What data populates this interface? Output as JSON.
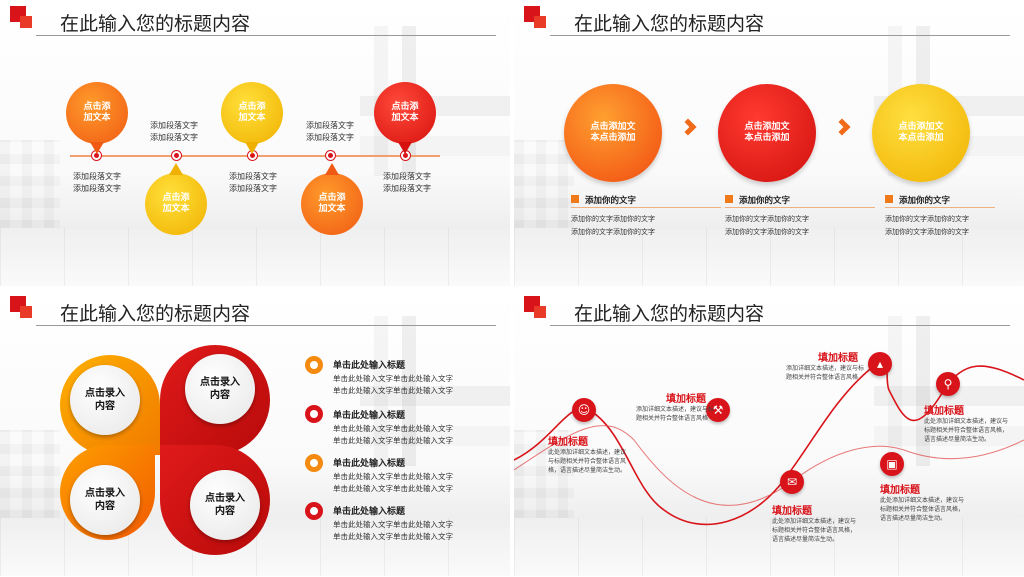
{
  "slides": [
    {
      "title": "在此输入您的标题内容",
      "drops": [
        {
          "label": "点击添加文本",
          "color": "orange"
        },
        {
          "label": "点击添加文本",
          "color": "yellow"
        },
        {
          "label": "点击添加文本",
          "color": "yellow"
        },
        {
          "label": "点击添加文本",
          "color": "orange"
        },
        {
          "label": "点击添加文本",
          "color": "red"
        }
      ],
      "paragraph": "添加段落文字"
    },
    {
      "title": "在此输入您的标题内容",
      "circles": [
        {
          "label": "点击添加文本点击添加",
          "color": "orange"
        },
        {
          "label": "点击添加文本点击添加",
          "color": "red"
        },
        {
          "label": "点击添加文本点击添加",
          "color": "yellow"
        }
      ],
      "heading": "添加你的文字",
      "body": "添加你的文字添加你的文字"
    },
    {
      "title": "在此输入您的标题内容",
      "petal_label": "点击录入内容",
      "list": [
        {
          "heading": "单击此处输入标题",
          "body": "单击此处输入文字单击此处输入文字"
        },
        {
          "heading": "单击此处输入标题",
          "body": "单击此处输入文字单击此处输入文字"
        },
        {
          "heading": "单击此处输入标题",
          "body": "单击此处输入文字单击此处输入文字"
        },
        {
          "heading": "单击此处输入标题",
          "body": "单击此处输入文字单击此处输入文字"
        }
      ]
    },
    {
      "title": "在此输入您的标题内容",
      "nodes": [
        {
          "label": "填加标题",
          "icon": "people-icon",
          "text1": "此处添加详细文本描述，建议",
          "text2": "与标题相关并符合整体语言风",
          "text3": "格，语言描述尽量简洁生动。"
        },
        {
          "label": "填加标题",
          "icon": "tools-icon",
          "text1": "添加详细文本描述，建议与标",
          "text2": "题相关并符合整体语言风格",
          "text3": ""
        },
        {
          "label": "填加标题",
          "icon": "mail-icon",
          "text1": "此处添加详细文本描述，建议与",
          "text2": "标题相关并符合整体语言风格，",
          "text3": "语言描述尽量简洁生动。"
        },
        {
          "label": "填加标题",
          "icon": "chart-icon",
          "text1": "添加详细文本描述，建议与标",
          "text2": "题相关并符合整体语言风格",
          "text3": ""
        },
        {
          "label": "填加标题",
          "icon": "laptop-icon",
          "text1": "此处添加详细文本描述，建议与",
          "text2": "标题相关并符合整体语言风格，",
          "text3": "语言描述尽量简洁生动。"
        },
        {
          "label": "填加标题",
          "icon": "search-icon",
          "text1": "此处添加详细文本描述，建议与",
          "text2": "标题相关并符合整体语言风格，",
          "text3": "语言描述尽量简洁生动。"
        }
      ]
    }
  ]
}
